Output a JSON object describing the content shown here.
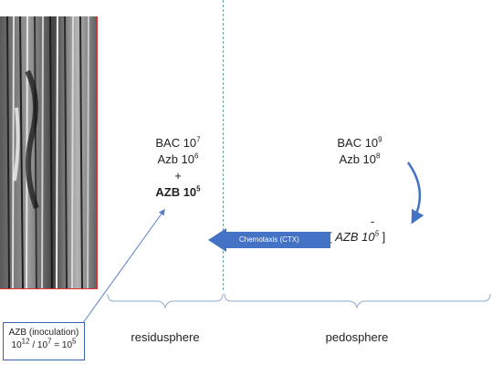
{
  "residusphere": {
    "bac_prefix": "BAC 10",
    "bac_exp": "7",
    "azb_prefix": "Azb 10",
    "azb_exp": "6",
    "plus": "+",
    "azb_added_prefix": "AZB 10",
    "azb_added_exp": "5"
  },
  "pedosphere": {
    "bac_prefix": "BAC 10",
    "bac_exp": "9",
    "azb_prefix": "Azb 10",
    "azb_exp": "8",
    "minus": "-",
    "bracket_open": "[ ",
    "azb_removed_prefix": "AZB 10",
    "azb_removed_exp": "5",
    "bracket_close": " ]"
  },
  "chemotaxis_label": "Chemotaxis (CTX)",
  "zones": {
    "residusphere": "residusphere",
    "pedosphere": "pedosphere"
  },
  "inoculation": {
    "line1": "AZB (inoculation)",
    "a_prefix": "10",
    "a_exp": "12",
    "slash": " / 10",
    "b_exp": "7",
    "eq": " = 10",
    "c_exp": "5"
  },
  "colors": {
    "chemotaxis_arrow": "#4472c4",
    "divider": "#6fa6a6",
    "brace": "#8fa8d0",
    "panel_border": "#e03030"
  }
}
